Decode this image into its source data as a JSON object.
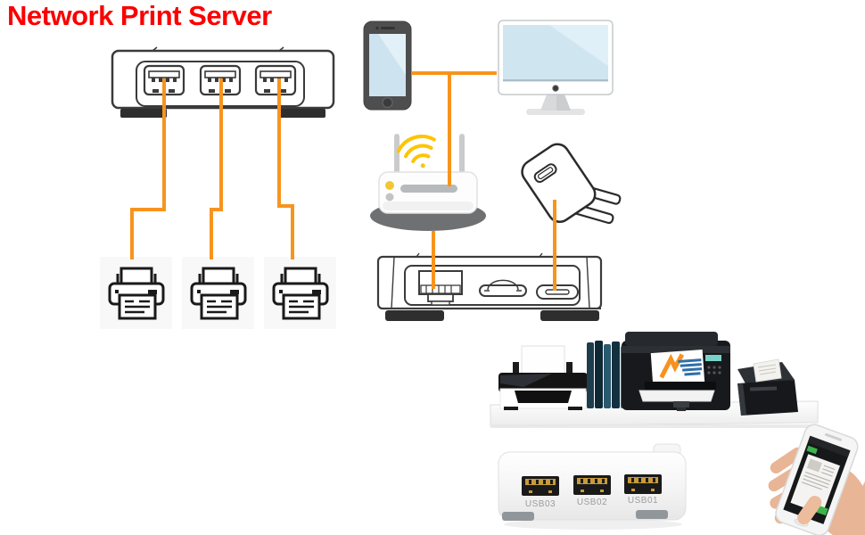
{
  "title": "Network Print Server",
  "colors": {
    "title_red": "#FB0000",
    "cable_orange": "#F7941E",
    "wifi_yellow": "#FFC400",
    "line_art_dark": "#3A3A3A"
  },
  "diagram": {
    "front_view_usb_ports": 3,
    "printers_connected": 3,
    "side_view_ports": [
      "ethernet-port",
      "sd-card-slot",
      "usb-c-port"
    ],
    "devices": [
      "smartphone",
      "desktop-monitor",
      "wifi-router",
      "usb-power-adapter",
      "print-server"
    ]
  },
  "product_photo": {
    "usb_port_labels": [
      "USB03",
      "USB02",
      "USB01"
    ],
    "scene": [
      "inkjet-printer",
      "books",
      "laser-printer",
      "receipt-printer",
      "print-server-hub",
      "hand-holding-phone"
    ]
  }
}
